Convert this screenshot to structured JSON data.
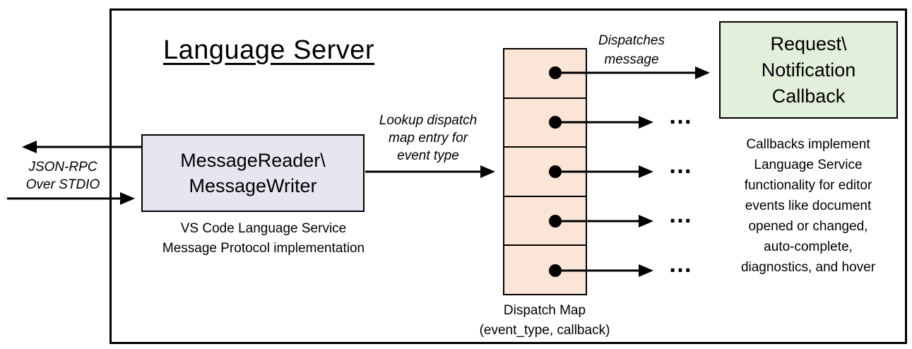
{
  "diagram": {
    "title": "Language Server",
    "io_label": "JSON-RPC\nOver STDIO",
    "message_box": "MessageReader\\\nMessageWriter",
    "message_caption": "VS Code Language Service\nMessage Protocol implementation",
    "lookup_label": "Lookup dispatch\nmap entry for\nevent type",
    "dispatches_label": "Dispatches\nmessage",
    "callback_box": "Request\\\nNotification\nCallback",
    "callbacks_note": "Callbacks implement\nLanguage Service\nfunctionality for editor\nevents like document\nopened or changed,\nauto-complete,\ndiagnostics, and hover",
    "dispatch_caption": "Dispatch Map\n(event_type, callback)",
    "ellipsis": "…",
    "colors": {
      "message_box_fill": "#e6e6f0",
      "dispatch_cell_fill": "#fbe5d6",
      "callback_box_fill": "#e2efda",
      "line": "#000000"
    }
  }
}
